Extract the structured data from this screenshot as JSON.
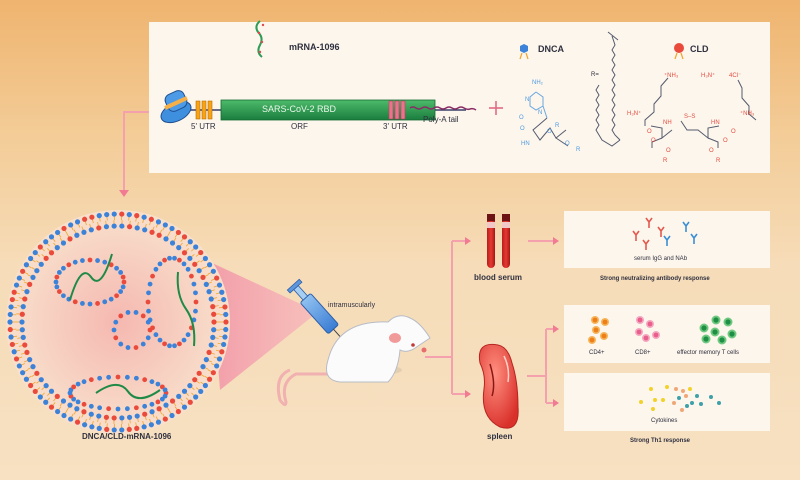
{
  "construct": {
    "mrna_label": "mRNA-1096",
    "orf_label": "SARS-CoV-2 RBD",
    "utr5_label": "5' UTR",
    "orf_caption": "ORF",
    "utr3_label": "3' UTR",
    "polya_label": "Poly-A tail",
    "plus_symbol": "+"
  },
  "lipids": {
    "dnca_label": "DNCA",
    "cld_label": "CLD",
    "dnca_atoms": {
      "nh2": "NH₂",
      "n": "N",
      "o1": "O",
      "n1": "N",
      "o2": "O",
      "hn": "HN",
      "o3": "O",
      "r1": "R",
      "o4": "O",
      "r2": "R"
    },
    "r_group_label": "R=",
    "cld_atoms": {
      "nh3_top_left": "⁺NH₃",
      "h3n_top_right": "H₃N⁺",
      "counter_ion": "4Cl⁻",
      "h3n_left": "H₃N⁺",
      "nh3_right": "⁺NH₃",
      "nh_left": "NH",
      "hn_right": "HN",
      "ss": "S–S",
      "o_left": "O",
      "o_right": "O",
      "o_ester_left": "O",
      "o_ester_right": "O",
      "or_left": "O",
      "or_right": "O",
      "r_left": "R",
      "r_right": "R"
    }
  },
  "nanoparticle": {
    "label": "DNCA/CLD-mRNA-1096"
  },
  "injection": {
    "route_label": "intramuscularly"
  },
  "blood": {
    "label": "blood serum",
    "panel_caption": "serum IgG and NAb",
    "response_label": "Strong neutralizing antibody response"
  },
  "spleen": {
    "label": "spleen",
    "cell_labels": [
      "CD4+",
      "CD8+",
      "effector memory T cells"
    ],
    "cytokine_label": "Cytokines",
    "response_label": "Strong Th1 response"
  },
  "colors": {
    "arrow": "#f07b93",
    "orf_green": "#1d9a4e",
    "cap_blue": "#3f8fdf",
    "utr5_orange": "#f6a21a",
    "utr3_pink": "#ef6f8c",
    "dnca_blue": "#3b82d8",
    "cld_red": "#ea4a3b",
    "text_dark": "#2f3040"
  }
}
